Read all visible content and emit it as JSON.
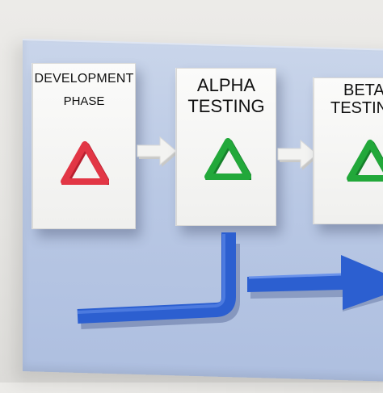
{
  "stages": [
    {
      "label": "DEVELOPMENT PHASE",
      "line1": "DEVELOPMENT",
      "line2": "PHASE",
      "triangle_color": "#e23645"
    },
    {
      "label": "ALPHA TESTING",
      "line1": "ALPHA",
      "line2": "TESTING",
      "triangle_color": "#22a83a"
    },
    {
      "label": "BETA TESTING",
      "line1": "BETA",
      "line2": "TESTING",
      "triangle_color": "#22a83a"
    }
  ],
  "colors": {
    "board": "#b9c8e4",
    "card": "#f7f7f6",
    "flow_arrow": "#2c5fd0",
    "connector_arrow": "#f2f2f0"
  },
  "icons": [
    "warning-triangle-icon",
    "right-arrow-icon",
    "flow-arrow-icon"
  ]
}
